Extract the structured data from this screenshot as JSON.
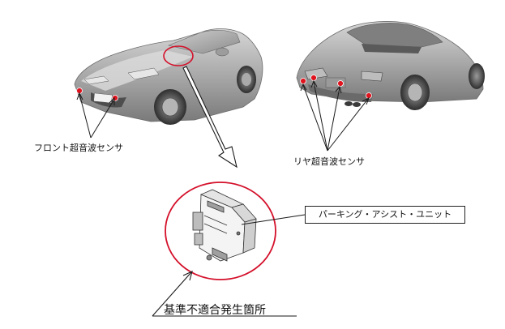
{
  "labels": {
    "front_sensor": "フロント超音波センサ",
    "rear_sensor": "リヤ超音波センサ",
    "parking_unit": "パーキング・アシスト・ユニット",
    "defect_location": "基準不適合発生箇所"
  },
  "colors": {
    "highlight": "#d4102a",
    "sensor_dot": "#e0141e",
    "line": "#1a1a1a"
  },
  "icons": {
    "front_car": "car-front-view-icon",
    "rear_car": "car-rear-view-icon",
    "control_unit": "control-module-icon"
  }
}
